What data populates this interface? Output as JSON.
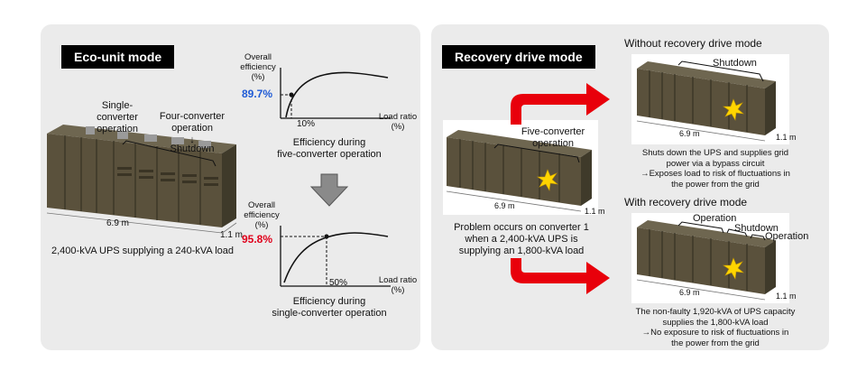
{
  "eco": {
    "title": "Eco-unit mode",
    "label_single": "Single-\nconverter\noperation",
    "label_four": "Four-converter\noperation",
    "arrow_down": "↓",
    "label_shutdown": "Shutdown",
    "width": "6.9 m",
    "depth": "1.1 m",
    "caption": "2,400-kVA UPS supplying a 240-kVA load",
    "chart1": {
      "ylabel": "Overall\nefficiency\n(%)",
      "value": "89.7%",
      "x_mark": "10%",
      "xlabel": "Load ratio\n(%)",
      "caption": "Efficiency during\nfive-converter operation"
    },
    "chart2": {
      "ylabel": "Overall\nefficiency\n(%)",
      "value": "95.8%",
      "x_mark": "50%",
      "xlabel": "Load ratio\n(%)",
      "caption": "Efficiency during\nsingle-converter operation"
    }
  },
  "recovery": {
    "title": "Recovery drive mode",
    "center_label": "Five-converter\noperation",
    "center_width": "6.9 m",
    "center_depth": "1.1 m",
    "problem": "Problem occurs on converter 1\nwhen a 2,400-kVA UPS is\nsupplying an 1,800-kVA load",
    "without": {
      "heading": "Without recovery drive mode",
      "label": "Shutdown",
      "width": "6.9 m",
      "depth": "1.1 m",
      "desc": "Shuts down the UPS and supplies grid\npower via a bypass circuit\n→Exposes load to risk of fluctuations in\nthe power from the grid"
    },
    "with": {
      "heading": "With recovery drive mode",
      "label_op1": "Operation",
      "label_shutdown": "Shutdown",
      "label_op2": "Operation",
      "width": "6.9 m",
      "depth": "1.1 m",
      "desc": "The non-faulty 1,920-kVA of UPS capacity\nsupplies the 1,800-kVA load\n→No exposure to risk of fluctuations in\nthe power from the grid"
    }
  },
  "colors": {
    "blue_value": "#1f5bd6",
    "red_value": "#e0001b",
    "arrow_red": "#e8000b",
    "arrow_gray": "#8a8a8a",
    "cabinet": "#5a513c",
    "spark": "#ffd500"
  }
}
